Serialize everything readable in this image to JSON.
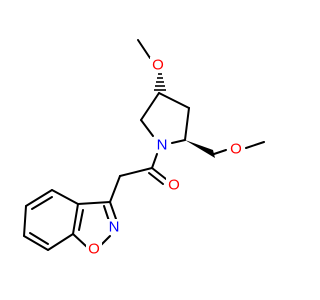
{
  "molecule": {
    "atoms": {
      "o_methoxy_ring": {
        "symbol": "O",
        "color": "#ff0000"
      },
      "n_pyrrolidine": {
        "symbol": "N",
        "color": "#0000ff"
      },
      "o_methoxymethyl": {
        "symbol": "O",
        "color": "#ff0000"
      },
      "o_carbonyl": {
        "symbol": "O",
        "color": "#ff0000"
      },
      "n_isoxazole": {
        "symbol": "N",
        "color": "#0000ff"
      },
      "o_isoxazole": {
        "symbol": "O",
        "color": "#ff0000"
      }
    },
    "colors": {
      "bond": "#000000",
      "oxygen": "#ff0000",
      "nitrogen": "#0000ff",
      "background": "#ffffff"
    }
  }
}
